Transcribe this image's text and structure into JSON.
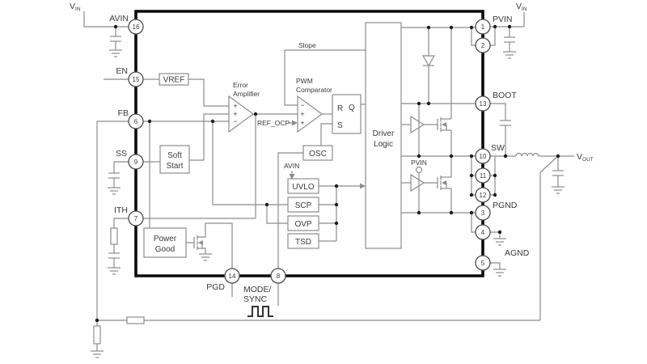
{
  "colors": {
    "wire": "#8c8c8c",
    "border": "#0a0a0a",
    "text": "#3a3a3a",
    "dot": "#1c1c1c",
    "bg": "#ffffff"
  },
  "supplies": {
    "vin": {
      "v": "V",
      "sub": "IN"
    },
    "vout": {
      "v": "V",
      "sub": "OUT"
    }
  },
  "pins": {
    "p1": {
      "num": "1",
      "label": "PVIN"
    },
    "p2": {
      "num": "2"
    },
    "p3": {
      "num": "3",
      "label": "PGND"
    },
    "p4": {
      "num": "4"
    },
    "p5": {
      "num": "5",
      "label": "AGND"
    },
    "p6": {
      "num": "6",
      "label": "FB"
    },
    "p7": {
      "num": "7",
      "label": "ITH"
    },
    "p8": {
      "num": "8",
      "label_l1": "MODE/",
      "label_l2": "SYNC"
    },
    "p9": {
      "num": "9",
      "label": "SS"
    },
    "p10": {
      "num": "10",
      "label": "SW"
    },
    "p11": {
      "num": "11"
    },
    "p12": {
      "num": "12"
    },
    "p13": {
      "num": "13",
      "label": "BOOT"
    },
    "p14": {
      "num": "14",
      "label": "PGD"
    },
    "p15": {
      "num": "15",
      "label": "EN"
    },
    "p16": {
      "num": "16",
      "label": "AVIN"
    }
  },
  "blocks": {
    "vref": "VREF",
    "soft_start": [
      "Soft",
      "Start"
    ],
    "power_good": [
      "Power",
      "Good"
    ],
    "osc": "OSC",
    "uvlo": "UVLO",
    "scp": "SCP",
    "ovp": "OVP",
    "tsd": "TSD",
    "driver_logic": [
      "Driver",
      "Logic"
    ],
    "error_amp": [
      "Error",
      "Amplifier"
    ],
    "pwm_comp": [
      "PWM",
      "Comparator"
    ],
    "latch": {
      "r": "R",
      "s": "S",
      "q": "Q"
    }
  },
  "signals": {
    "slope": "Slope",
    "ref_ocp": "REF_OCP",
    "avin": "AVIN",
    "pvin": "PVIN"
  },
  "glyphs": {
    "plus": "+",
    "minus": "−"
  }
}
